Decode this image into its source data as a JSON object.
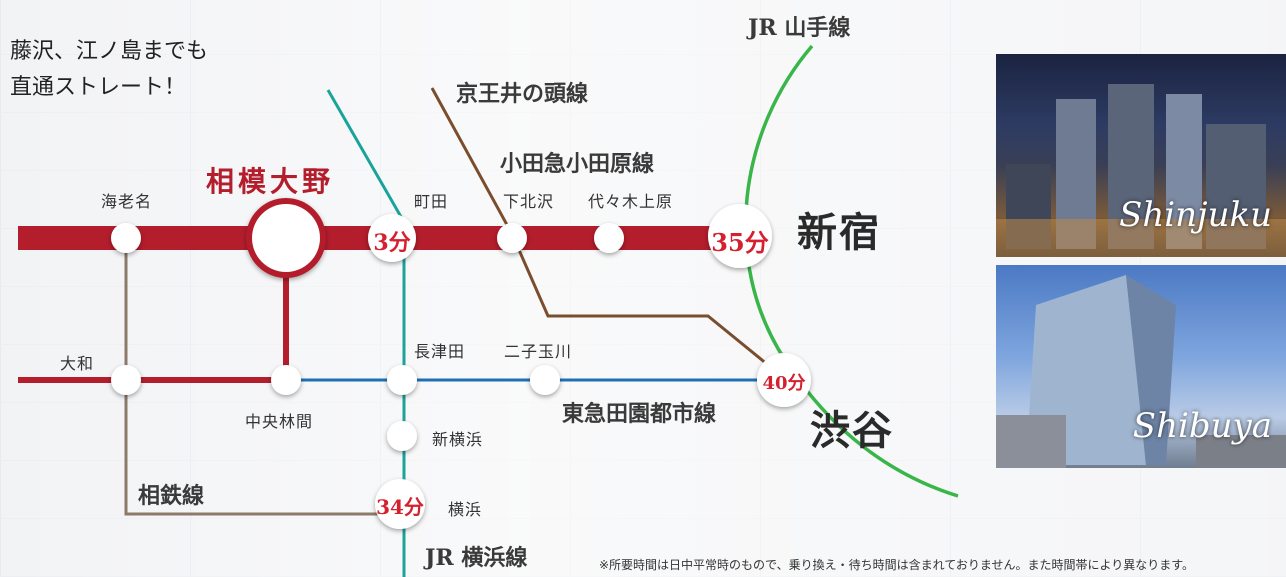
{
  "intro": {
    "line1": "藤沢、江ノ島までも",
    "line2": "直通ストレート！"
  },
  "lines": {
    "yamanote": "JR 山手線",
    "keio_inokashira": "京王井の頭線",
    "odakyu": "小田急小田原線",
    "denentoshi": "東急田園都市線",
    "sotetsu": "相鉄線",
    "yokohama": "JR 横浜線"
  },
  "stations": {
    "ebina": "海老名",
    "sagami_ono": "相模大野",
    "machida": "町田",
    "shimokitazawa": "下北沢",
    "yoyogi_uehara": "代々木上原",
    "shinjuku": "新宿",
    "yamato": "大和",
    "chuo_rinkan": "中央林間",
    "nagatsuta": "長津田",
    "futako_tamagawa": "二子玉川",
    "shibuya": "渋谷",
    "shin_yokohama": "新横浜",
    "yokohama": "横浜"
  },
  "times": {
    "machida": "3分",
    "shinjuku": "35分",
    "shibuya": "40分",
    "yokohama": "34分"
  },
  "photos": {
    "shinjuku": "Shinjuku",
    "shibuya": "Shibuya"
  },
  "footnote": "※所要時間は日中平常時のもので、乗り換え・待ち時間は含まれておりません。また時間帯により異なります。",
  "colors": {
    "odakyu": "#b31d2c",
    "yamanote": "#3ab54a",
    "yokohama_line": "#1ba39a",
    "keio": "#7a4e2d",
    "denentoshi": "#1e6fb3",
    "sotetsu": "#8c7a6b",
    "time_text": "#d4202f"
  }
}
